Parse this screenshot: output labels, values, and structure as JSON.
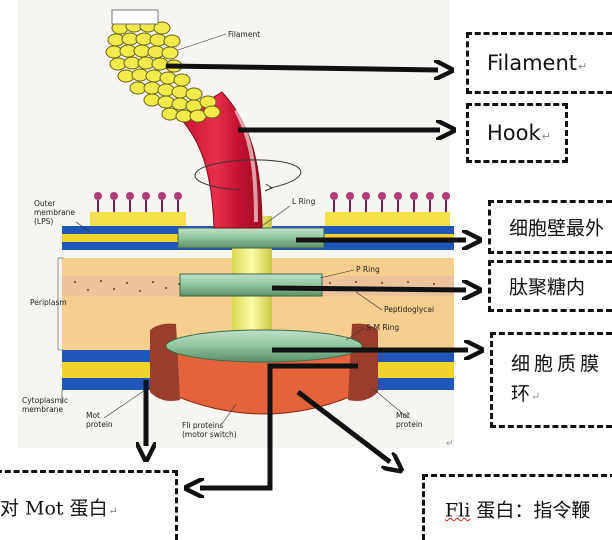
{
  "diagram": {
    "labels": {
      "filament": "Filament",
      "outer_membrane": "Outer membrane (LPS)",
      "l_ring": "L Ring",
      "p_ring": "P Ring",
      "periplasm": "Periplasm",
      "peptidoglycan": "Peptidoglycai",
      "sm_ring": "S-M Ring",
      "cytoplasmic_membrane": "Cytoplasmic membrane",
      "mot_protein_left": "Mot protein",
      "fli_proteins": "Fli proteins (motor switch)",
      "mot_protein_right": "Mot protein"
    },
    "callouts": {
      "filament": "Filament",
      "hook": "Hook",
      "l_ring": "细胞壁最外",
      "p_ring": "肽聚糖内",
      "sm_ring_line1": "细胞质膜",
      "sm_ring_line2": "环",
      "mot": "对 Mot 蛋白",
      "fli_prefix": "Fli",
      "fli_rest": " 蛋白：指令鞭"
    },
    "return_mark": "↵"
  }
}
